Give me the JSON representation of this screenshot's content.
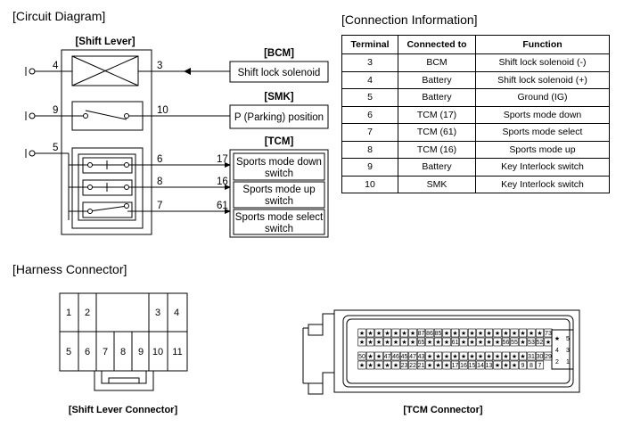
{
  "sections": {
    "circuit": "[Circuit Diagram]",
    "connection": "[Connection Information]",
    "harness": "[Harness Connector]"
  },
  "circuit": {
    "shift_lever_label": "[Shift Lever]",
    "bcm_label": "[BCM]",
    "smk_label": "[SMK]",
    "tcm_label": "[TCM]",
    "pins": {
      "p4": "4",
      "p3": "3",
      "p9": "9",
      "p10": "10",
      "p5": "5",
      "p6": "6",
      "p17": "17",
      "p8": "8",
      "p16": "16",
      "p7": "7",
      "p61": "61"
    },
    "boxes": {
      "shift_lock": "Shift lock solenoid",
      "parking": "P (Parking) position",
      "sports_down_1": "Sports mode down",
      "sports_down_2": "switch",
      "sports_up_1": "Sports mode up",
      "sports_up_2": "switch",
      "sports_select_1": "Sports mode select",
      "sports_select_2": "switch"
    }
  },
  "connection_table": {
    "headers": [
      "Terminal",
      "Connected to",
      "Function"
    ],
    "rows": [
      [
        "3",
        "BCM",
        "Shift lock solenoid (-)"
      ],
      [
        "4",
        "Battery",
        "Shift lock solenoid (+)"
      ],
      [
        "5",
        "Battery",
        "Ground (IG)"
      ],
      [
        "6",
        "TCM (17)",
        "Sports mode down"
      ],
      [
        "7",
        "TCM (61)",
        "Sports mode select"
      ],
      [
        "8",
        "TCM (16)",
        "Sports mode up"
      ],
      [
        "9",
        "Battery",
        "Key Interlock switch"
      ],
      [
        "10",
        "SMK",
        "Key Interlock switch"
      ]
    ]
  },
  "shift_connector": {
    "caption": "[Shift Lever Connector]",
    "top_pins": [
      "1",
      "2",
      "3",
      "4"
    ],
    "bottom_pins": [
      "5",
      "6",
      "7",
      "8",
      "9",
      "10",
      "11"
    ]
  },
  "tcm_connector": {
    "caption": "[TCM Connector]",
    "row1": [
      "★",
      "★",
      "★",
      "★",
      "★",
      "★",
      "★",
      "87",
      "86",
      "85",
      "★",
      "★",
      "★",
      "★",
      "★",
      "★",
      "★",
      "★",
      "★",
      "★",
      "★",
      "★",
      "73"
    ],
    "row2": [
      "★",
      "★",
      "★",
      "★",
      "★",
      "★",
      "★",
      "65",
      "★",
      "★",
      "★",
      "61",
      "★",
      "★",
      "★",
      "★",
      "★",
      "56",
      "55",
      "★",
      "53",
      "52",
      "★"
    ],
    "row3": [
      "50",
      "★",
      "★",
      "47",
      "46",
      "45",
      "47",
      "43",
      "★",
      "★",
      "★",
      "★",
      "★",
      "★",
      "★",
      "★",
      "★",
      "★",
      "★",
      "★",
      "31",
      "30",
      "29"
    ],
    "row4": [
      "★",
      "★",
      "★",
      "★",
      "★",
      "23",
      "22",
      "21",
      "★",
      "★",
      "★",
      "17",
      "16",
      "15",
      "14",
      "13",
      "★",
      "★",
      "★",
      "9",
      "8",
      "7"
    ],
    "small_grid": [
      [
        "★",
        "5"
      ],
      [
        "4",
        "3"
      ],
      [
        "2",
        "1"
      ]
    ]
  }
}
